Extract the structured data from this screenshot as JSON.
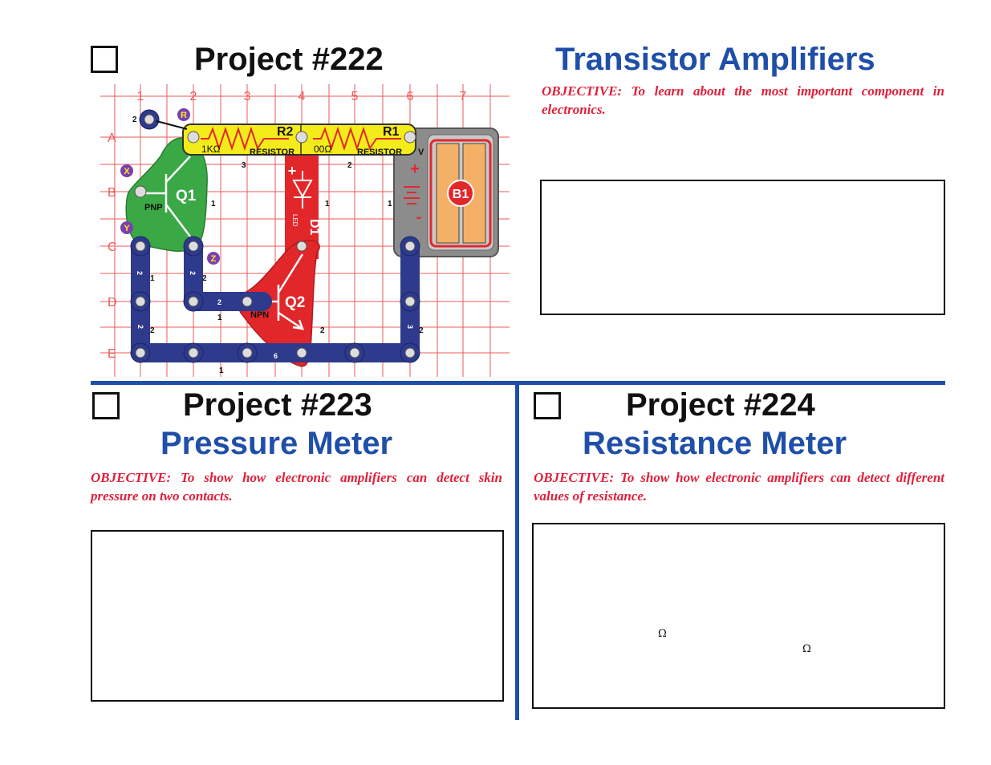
{
  "project222": {
    "number": "Project #222",
    "title": "Transistor Amplifiers",
    "objective": "OBJECTIVE:  To learn about the most important component in electronics."
  },
  "project223": {
    "number": "Project #223",
    "title": "Pressure Meter",
    "objective": "OBJECTIVE:  To show how electronic amplifiers can detect skin pressure on two contacts."
  },
  "project224": {
    "number": "Project #224",
    "title": "Resistance Meter",
    "objective": "OBJECTIVE:  To show how electronic amplifiers can detect different values of resistance.",
    "omega_symbol_1": "Ω",
    "omega_symbol_2": "Ω"
  },
  "diagram": {
    "columns": [
      "1",
      "2",
      "3",
      "4",
      "5",
      "6",
      "7"
    ],
    "rows": [
      "A",
      "B",
      "C",
      "D",
      "E"
    ],
    "points": [
      "R",
      "X",
      "Y",
      "Z"
    ],
    "r2_label": "R2",
    "r2_value": "1KΩ",
    "r2_type": "RESISTOR",
    "r1_label": "R1",
    "r1_value": "00Ω",
    "r1_type": "RESISTOR",
    "r1_extra": "V",
    "q1_label": "Q1",
    "q1_type": "PNP",
    "q2_label": "Q2",
    "q2_type": "NPN",
    "d1_label": "D1",
    "d1_type": "LED",
    "b1_label": "B1",
    "plus": "+",
    "minus": "-",
    "wire_numbers": {
      "w_top_left": "2",
      "r2_base": "3",
      "r1_base": "2",
      "q1_right": "1",
      "d1_right": "1",
      "b1_left": "1",
      "c_d_left_vert": "2",
      "c_d_left_num": "1",
      "c_d_mid_vert": "2",
      "c_d_mid_num": "2",
      "d_horiz": "2",
      "d_horiz_num": "1",
      "d_e_left_vert": "2",
      "d_e_left_num": "2",
      "q2_num": "2",
      "d_e_right_vert": "3",
      "d_e_right_num": "2",
      "e_horiz": "6",
      "e_horiz_num": "1"
    }
  },
  "colors": {
    "blue": "#1f4fa8",
    "red": "#e0203a",
    "grid_red": "#ee5a5a",
    "wire_blue": "#2e3a8c",
    "q1_green": "#39a845",
    "q2_red": "#e21d26",
    "resistor_yellow": "#f4ec1a",
    "battery_gray": "#8c8c8c",
    "battery_orange": "#f3b066",
    "point_purple": "#7c3fb0"
  }
}
